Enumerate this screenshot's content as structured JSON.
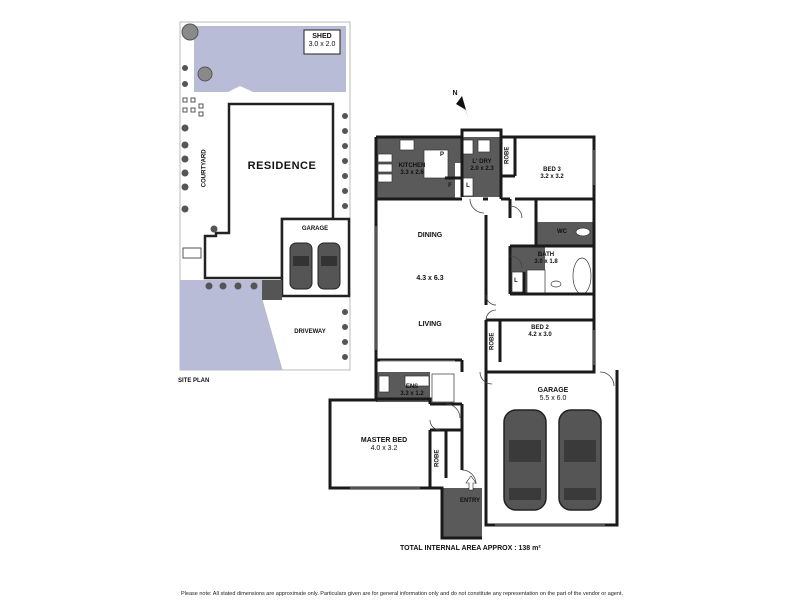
{
  "site_plan": {
    "title": "SITE PLAN",
    "shed": {
      "name": "SHED",
      "dims": "3.0 x 2.0"
    },
    "residence": "RESIDENCE",
    "courtyard": "COURTYARD",
    "garage": "GARAGE",
    "driveway": "DRIVEWAY"
  },
  "floor_plan": {
    "north": "N",
    "kitchen": {
      "name": "KITCHEN",
      "dims": "3.3 x 2.6"
    },
    "pantry": "P",
    "fridge": "F",
    "laundry": {
      "name": "L' DRY",
      "dims": "2.0 x 2.3"
    },
    "linen1": "L",
    "robe_bed3": "ROBE",
    "bed3": {
      "name": "BED 3",
      "dims": "3.2 x 3.2"
    },
    "wc": "WC",
    "bath": {
      "name": "BATH",
      "dims": "3.0 x 1.8"
    },
    "linen2": "L",
    "dining": "DINING",
    "dining_living_dims": "4.3 x 6.3",
    "living": "LIVING",
    "bed2": {
      "name": "BED 2",
      "dims": "4.2 x 3.0"
    },
    "robe_bed2": "ROBE",
    "ens": {
      "name": "ENS",
      "dims": "3.3 x 1.2"
    },
    "garage": {
      "name": "GARAGE",
      "dims": "5.5 x 6.0"
    },
    "master_bed": {
      "name": "MASTER BED",
      "dims": "4.0 x 3.2"
    },
    "robe_master": "ROBE",
    "entry": "ENTRY"
  },
  "total_area": "TOTAL INTERNAL AREA APPROX : 138 m²",
  "disclaimer": "Please note: All stated dimensions are approximate only. Particulars given are for general information only and do not constitute any representation on the part of the vendor or agent."
}
